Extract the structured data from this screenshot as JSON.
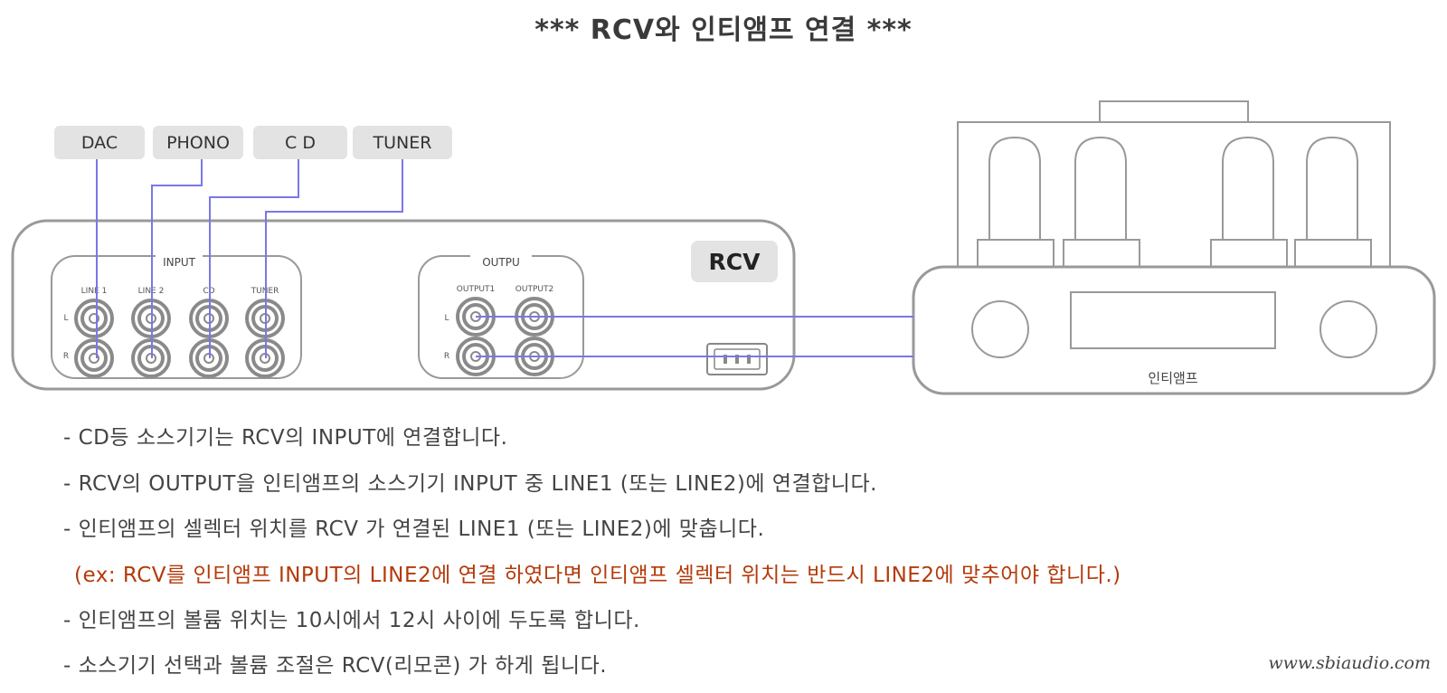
{
  "title": "*** RCV와 인티앰프 연결 ***",
  "sources": [
    {
      "label": "DAC"
    },
    {
      "label": "PHONO"
    },
    {
      "label": "C D"
    },
    {
      "label": "TUNER"
    }
  ],
  "rcv": {
    "badge": "RCV",
    "input_label": "INPUT",
    "input_columns": [
      "LINE 1",
      "LINE 2",
      "CD",
      "TUNER"
    ],
    "output_label": "OUTPU",
    "output_columns": [
      "OUTPUT1",
      "OUTPUT2"
    ],
    "channel_left": "L",
    "channel_right": "R"
  },
  "amp": {
    "label": "인티앰프"
  },
  "colors": {
    "cable": "#7a78e6",
    "outline": "#9a9a9a",
    "note_text": "#b43a0a"
  },
  "instructions": [
    "- CD등 소스기기는 RCV의 INPUT에 연결합니다.",
    "- RCV의 OUTPUT을 인티앰프의 소스기기 INPUT 중 LINE1 (또는 LINE2)에 연결합니다.",
    "- 인티앰프의 셀렉터 위치를 RCV 가 연결된 LINE1 (또는 LINE2)에 맞춥니다.",
    "(ex: RCV를 인티앰프 INPUT의 LINE2에 연결 하였다면 인티앰프 셀렉터 위치는 반드시 LINE2에 맞추어야 합니다.)",
    "- 인티앰프의 볼륨 위치는 10시에서 12시 사이에 두도록 합니다.",
    "- 소스기기 선택과 볼륨 조절은 RCV(리모콘) 가 하게 됩니다."
  ],
  "watermark": "www.sbiaudio.com"
}
